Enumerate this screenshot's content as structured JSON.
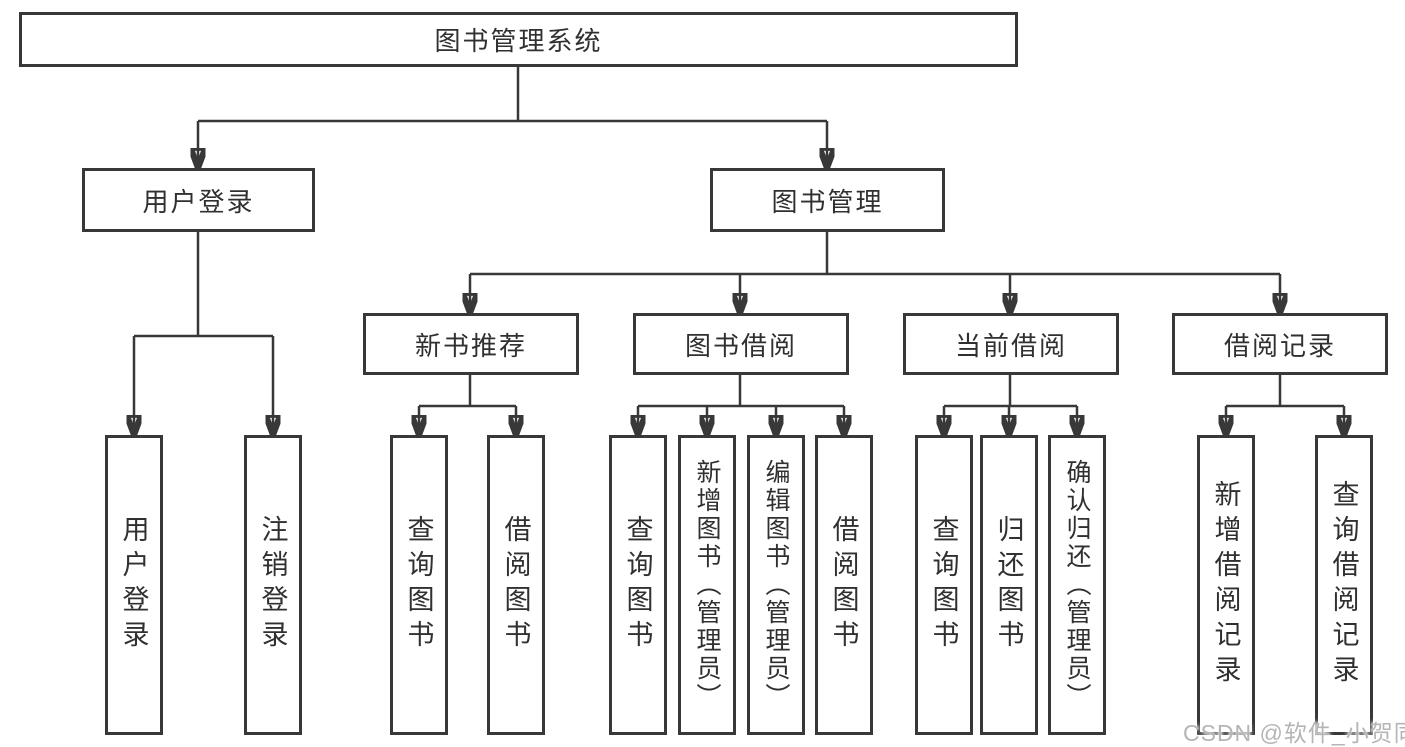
{
  "tree": {
    "label": "图书管理系统",
    "children": [
      {
        "label": "用户登录",
        "children": [
          {
            "label": "用户登录"
          },
          {
            "label": "注销登录"
          }
        ]
      },
      {
        "label": "图书管理",
        "children": [
          {
            "label": "新书推荐",
            "children": [
              {
                "label": "查询图书"
              },
              {
                "label": "借阅图书"
              }
            ]
          },
          {
            "label": "图书借阅",
            "children": [
              {
                "label": "查询图书"
              },
              {
                "label": "新增图书（管理员）"
              },
              {
                "label": "编辑图书（管理员）"
              },
              {
                "label": "借阅图书"
              }
            ]
          },
          {
            "label": "当前借阅",
            "children": [
              {
                "label": "查询图书"
              },
              {
                "label": "归还图书"
              },
              {
                "label": "确认归还（管理员）"
              }
            ]
          },
          {
            "label": "借阅记录",
            "children": [
              {
                "label": "新增借阅记录"
              },
              {
                "label": "查询借阅记录"
              }
            ]
          }
        ]
      }
    ]
  },
  "watermark": {
    "text": "CSDN @软件_小贺同学"
  },
  "colors": {
    "line": "#383838",
    "box_border": "#383838",
    "box_fill": "#ffffff",
    "text": "#303030",
    "background": "#ffffff",
    "watermark": "#b5b5b5"
  }
}
